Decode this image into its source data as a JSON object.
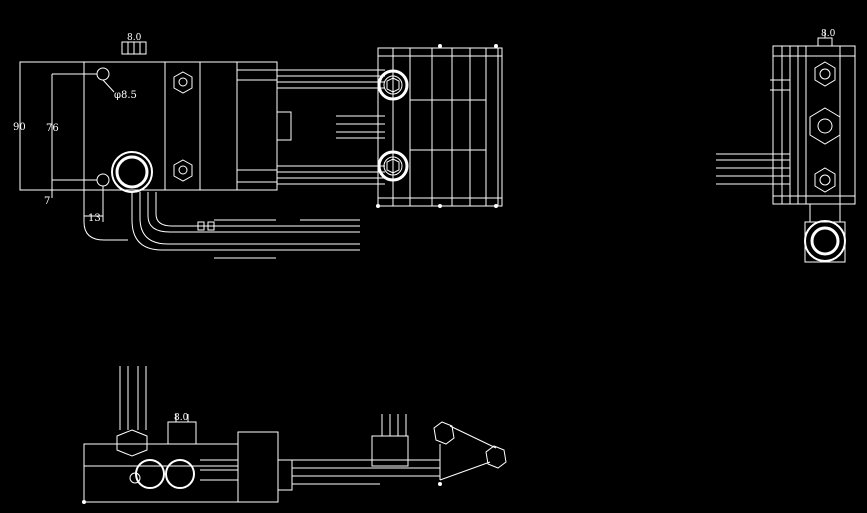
{
  "drawing": {
    "colors": {
      "background": "#000000",
      "line": "#ffffff"
    },
    "dimensions": {
      "height_outer": "90",
      "height_inner": "76",
      "hole_label": "φ8.5",
      "offset_left": "7",
      "offset_bottom": "13"
    },
    "top_view_label": "8.0",
    "right_view_label": "8.0",
    "bottom_view_label": "8.0"
  }
}
